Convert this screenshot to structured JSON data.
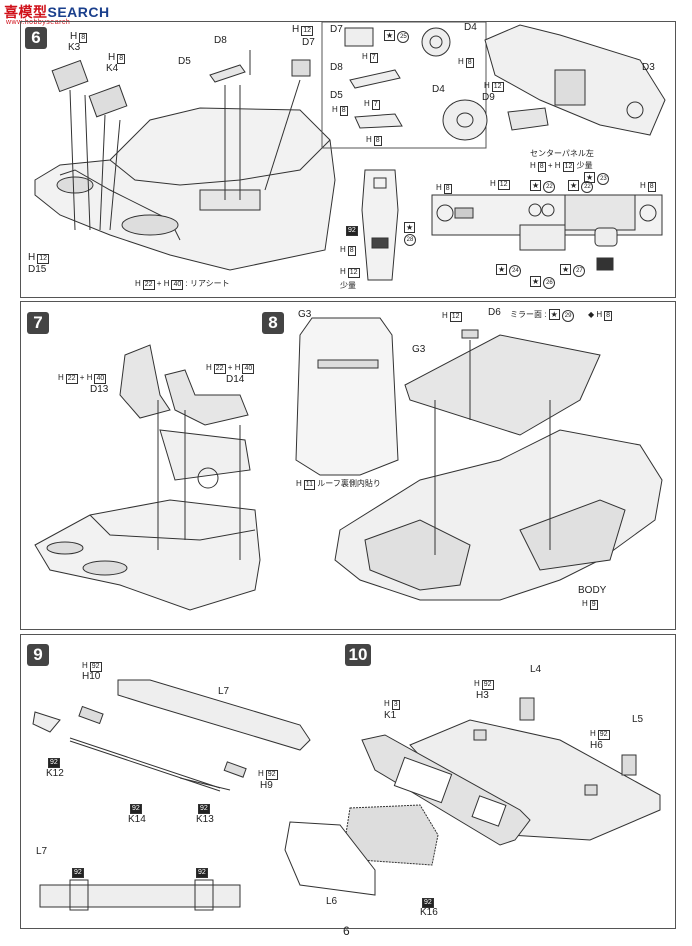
{
  "watermark": {
    "brand_a": "喜",
    "brand_b": "模型",
    "brand_c": "SEARCH",
    "site": "www.hobbysearch"
  },
  "page": {
    "number": "6"
  },
  "steps": {
    "s6": {
      "num": "6",
      "k3": "K3",
      "k3_h": "8",
      "k4": "K4",
      "k4_h": "8",
      "d8": "D8",
      "d5": "D5",
      "d7": "D7",
      "d7_h": "12",
      "d15": "D15",
      "d15_h": "12",
      "rear_seat_h1": "22",
      "rear_seat_h2": "40",
      "rear_seat_note": "リアシート",
      "detail_d7": "D7",
      "detail_25": "25",
      "detail_d8": "D8",
      "detail_h7": "7",
      "detail_d5": "D5",
      "detail_h8": "8",
      "detail_h7b": "7",
      "detail_h8b": "8",
      "d4": "D4",
      "d4_h": "8",
      "d4b": "D4",
      "d9": "D9",
      "d9_h": "12",
      "d3": "D3",
      "center_panel": "センターパネル左",
      "center_h8": "8",
      "center_h12": "12",
      "center_small": "少量",
      "h8a": "8",
      "h12a": "12",
      "s22a": "22",
      "s22b": "22",
      "s23": "23",
      "h8b": "8",
      "s24": "24",
      "s26": "26",
      "s27": "27",
      "c92": "92",
      "c8": "8",
      "c12": "12",
      "c28": "28",
      "small": "少量"
    },
    "s7": {
      "num": "7",
      "h22": "22",
      "h40": "40",
      "d13": "D13",
      "h22b": "22",
      "h40b": "40",
      "d14": "D14"
    },
    "s8": {
      "num": "8",
      "g3a": "G3",
      "g3b": "G3",
      "h12": "12",
      "d6": "D6",
      "mirror_note": "ミラー面",
      "s29": "29",
      "h8": "8",
      "h11": "11",
      "roof_note": "ルーフ裏側内貼り",
      "body": "BODY",
      "body_h": "9"
    },
    "s9": {
      "num": "9",
      "h10": "H10",
      "h10_h": "92",
      "l7": "L7",
      "k12": "K12",
      "k12_h": "92",
      "k14": "K14",
      "k14_h": "92",
      "k13": "K13",
      "k13_h": "92",
      "h9": "H9",
      "h9_h": "92",
      "l7b": "L7",
      "l7b_h1": "92",
      "l7b_h2": "92"
    },
    "s10": {
      "num": "10",
      "l4": "L4",
      "h3": "H3",
      "h3_h": "92",
      "k1": "K1",
      "k1_h": "3",
      "l5": "L5",
      "h6": "H6",
      "h6_h": "92",
      "l6": "L6",
      "k16": "K16",
      "k16_h": "92"
    }
  }
}
